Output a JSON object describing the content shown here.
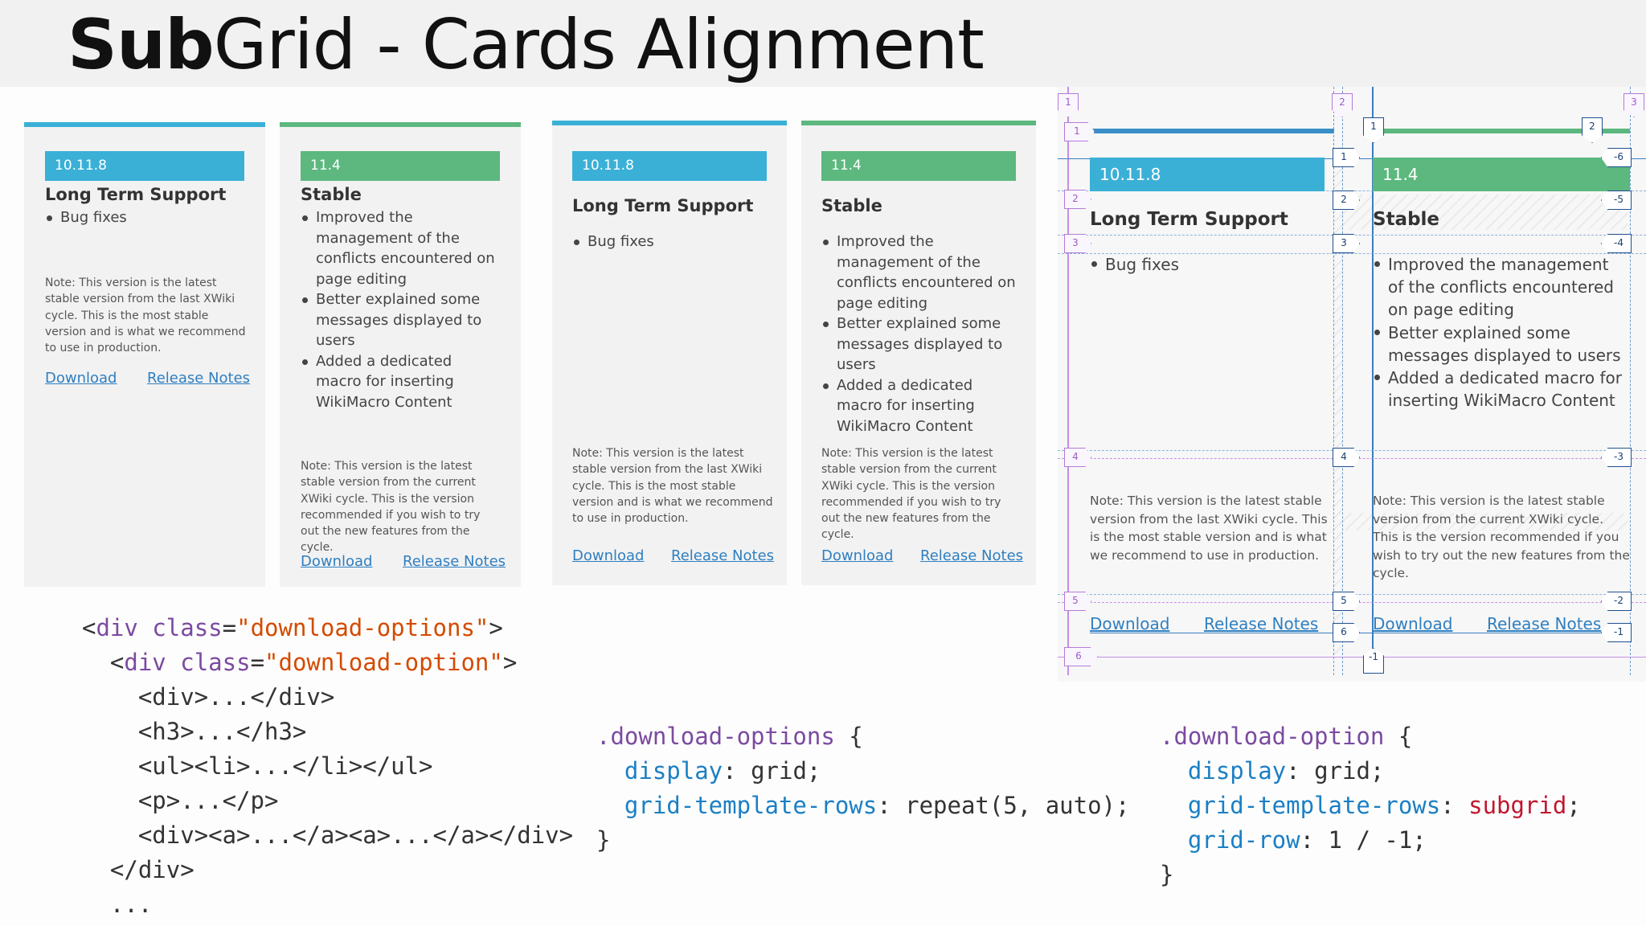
{
  "slide": {
    "title_bold": "Sub",
    "title_rest": "Grid - Cards Alignment"
  },
  "cards_left": [
    {
      "version": "10.11.8",
      "heading": "Long Term Support",
      "items": [
        "Bug fixes"
      ],
      "note": "Note: This version is the latest stable version from the last XWiki cycle. This is the most stable version and is what we recommend to use in production.",
      "download": "Download",
      "release_notes": "Release Notes"
    },
    {
      "version": "11.4",
      "heading": "Stable",
      "items": [
        "Improved the management of the conflicts encountered on page editing",
        "Better explained some messages displayed to users",
        "Added a dedicated macro for inserting WikiMacro Content"
      ],
      "note": "Note: This version is the latest stable version from the current XWiki cycle. This is the version recommended if you wish to try out the new features from the cycle.",
      "download": "Download",
      "release_notes": "Release Notes"
    }
  ],
  "cards_right": [
    {
      "version": "10.11.8",
      "heading": "Long Term Support",
      "items": [
        "Bug fixes"
      ],
      "note": "Note: This version is the latest stable version from the last XWiki cycle. This is the most stable version and is what we recommend to use in production.",
      "download": "Download",
      "release_notes": "Release Notes"
    },
    {
      "version": "11.4",
      "heading": "Stable",
      "items": [
        "Improved the management of the conflicts encountered on page editing",
        "Better explained some messages displayed to users",
        "Added a dedicated macro for inserting WikiMacro Content"
      ],
      "note": "Note: This version is the latest stable version from the current XWiki cycle. This is the version recommended if you wish to try out the new features from the cycle.",
      "download": "Download",
      "release_notes": "Release Notes"
    }
  ],
  "grid_inspector": {
    "card1": {
      "version": "10.11.8",
      "heading": "Long Term Support",
      "items": [
        "Bug fixes"
      ],
      "note": "Note: This version is the latest stable version from the last XWiki cycle. This is the most stable version and is what we recommend to use in production.",
      "download": "Download",
      "release_notes": "Release Notes"
    },
    "card2": {
      "version": "11.4",
      "heading": "Stable",
      "items": [
        "Improved the management of the conflicts encountered on page editing",
        "Better explained some messages displayed to users",
        "Added a dedicated macro for inserting WikiMacro Content"
      ],
      "note": "Note: This version is the latest stable version from the current XWiki cycle. This is the version recommended if you wish to try out the new features from the cycle.",
      "download": "Download",
      "release_notes": "Release Notes"
    },
    "labels": {
      "top_col": [
        "1",
        "2",
        "3"
      ],
      "left_rows": [
        "1",
        "2",
        "3",
        "4",
        "5",
        "6"
      ],
      "mid_rows": [
        "1",
        "2",
        "3",
        "4",
        "5",
        "6"
      ],
      "right_neg_rows": [
        "-6",
        "-5",
        "-4",
        "-3",
        "-2",
        "-1"
      ],
      "col_top_inner_left": "1",
      "col_top_inner_right": "2",
      "col_bottom_inner": "-1"
    }
  },
  "code_html": {
    "l1_open": "<",
    "l1_tag": "div",
    "l1_attr": "class",
    "l1_eq": "=",
    "l1_val": "\"download-options\"",
    "l1_close": ">",
    "l2_open": "<",
    "l2_tag": "div",
    "l2_attr": "class",
    "l2_eq": "=",
    "l2_val": "\"download-option\"",
    "l2_close": ">",
    "l3": "<div>...</div>",
    "l4": "<h3>...</h3>",
    "l5": "<ul><li>...</li></ul>",
    "l6": "<p>...</p>",
    "l7": "<div><a>...</a><a>...</a></div>",
    "l8": "</div>",
    "l9": "..."
  },
  "code_css_1": {
    "selector": ".download-options",
    "open": " {",
    "p1": "display",
    "v1": "grid",
    "p2": "grid-template-rows",
    "v2": "repeat(5, auto)",
    "close": "}"
  },
  "code_css_2": {
    "selector": ".download-option",
    "open": " {",
    "p1": "display",
    "v1": "grid",
    "p2": "grid-template-rows",
    "v2": "subgrid",
    "p3": "grid-row",
    "v3": "1 / -1",
    "close": "}"
  },
  "colors": {
    "blue": "#3bb0d6",
    "green": "#5cb87e",
    "link": "#2f7fc1",
    "grid_purple": "#b57bd9",
    "grid_blue": "#1f4f8f"
  }
}
